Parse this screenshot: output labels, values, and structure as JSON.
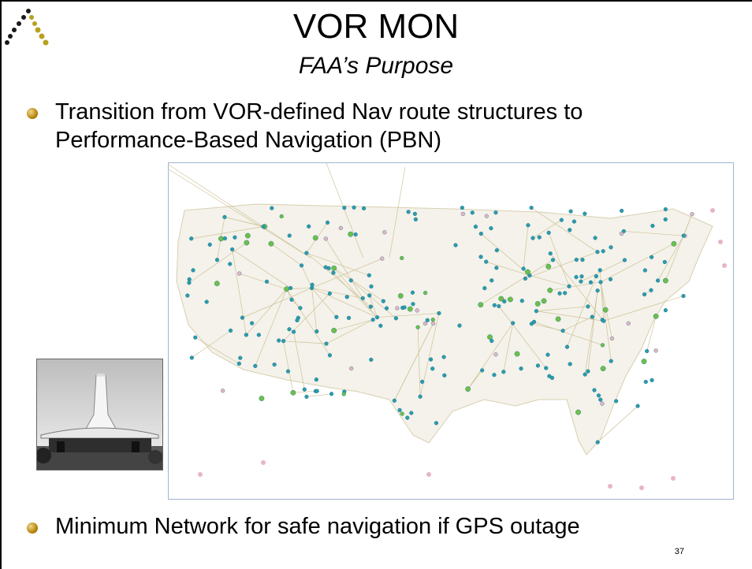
{
  "slide": {
    "title": "VOR MON",
    "subtitle": "FAA’s Purpose",
    "bullets": [
      "Transition from VOR-defined Nav route structures to Performance-Based Navigation (PBN)",
      "Minimum Network for safe navigation if GPS outage"
    ],
    "page_number": "37"
  },
  "images": {
    "map": "us-vor-navigation-network-map",
    "photo": "vor-station-photo",
    "logo": "organization-logo"
  },
  "colors": {
    "bullet": "#b8860b",
    "map_node_teal": "#2a9bb0",
    "map_node_green": "#6cc04a",
    "map_node_pink": "#e8b4c8",
    "map_route": "#c9b98a"
  }
}
